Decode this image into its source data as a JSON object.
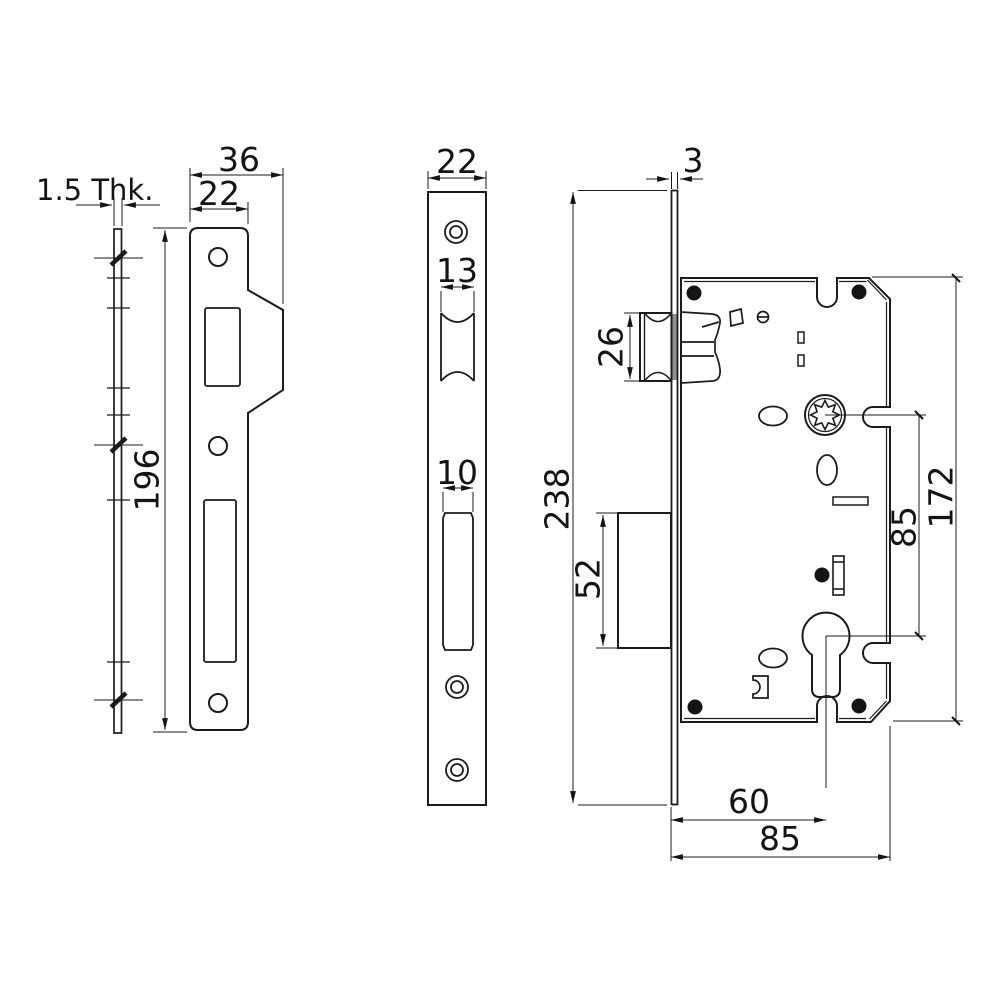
{
  "drawing": {
    "type": "mortise-lock-technical-drawing",
    "background": "#ffffff",
    "line_color": "#1b1b1b",
    "views": {
      "strike_side": {
        "thickness": "1.5 Thk."
      },
      "strike_front": {
        "width_outer": "36",
        "width_plate": "22",
        "height": "196"
      },
      "faceplate_front": {
        "width": "22",
        "latch_slot_width": "13",
        "bolt_slot_width": "10"
      },
      "lock_body": {
        "faceplate_thickness": "3",
        "faceplate_length": "238",
        "latch_height": "26",
        "bolt_height": "52",
        "hub_to_cylinder": "85",
        "case_height": "172",
        "backset": "60",
        "case_depth": "85"
      }
    }
  }
}
